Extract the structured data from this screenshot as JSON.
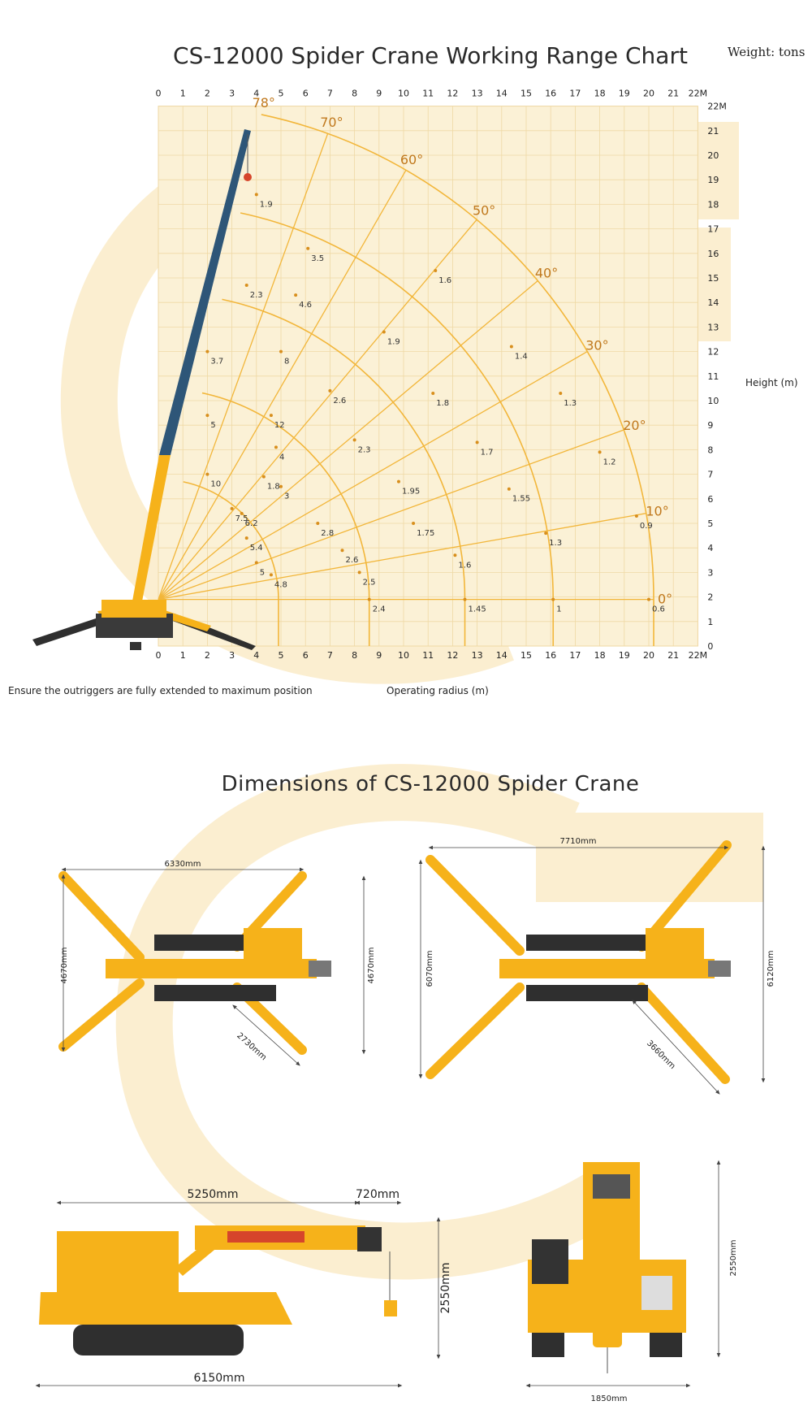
{
  "header": {
    "title": "CS-12000 Spider Crane Working Range Chart",
    "weight_unit": "Weight: tons"
  },
  "colors": {
    "grid_bg": "#fbf1d6",
    "grid_line": "#efd9a5",
    "arc": "#f2b63a",
    "angle_text": "#c0781c",
    "boom_blue": "#2e5678",
    "crane_yellow": "#f6b21a",
    "watermark": "#fbeed0"
  },
  "chart_data": {
    "type": "scatter",
    "x_unit": "M",
    "y_unit": "M",
    "xlabel": "Operating radius (m)",
    "ylabel": "Height (m)",
    "xlim": [
      0,
      22
    ],
    "ylim": [
      0,
      22
    ],
    "x_ticks": [
      "0",
      "1",
      "2",
      "3",
      "4",
      "5",
      "6",
      "7",
      "8",
      "9",
      "10",
      "11",
      "12",
      "13",
      "14",
      "15",
      "16",
      "17",
      "18",
      "19",
      "20",
      "21",
      "22M"
    ],
    "y_ticks": [
      "0",
      "1",
      "2",
      "3",
      "4",
      "5",
      "6",
      "7",
      "8",
      "9",
      "10",
      "11",
      "12",
      "13",
      "14",
      "15",
      "16",
      "17",
      "18",
      "19",
      "20",
      "21",
      "22M"
    ],
    "pivot": [
      0,
      1.9
    ],
    "boom_lengths": [
      4.9,
      8.6,
      12.5,
      16.1,
      20.2
    ],
    "boom_angles": [
      {
        "deg": 78,
        "label": "78°"
      },
      {
        "deg": 70,
        "label": "70°"
      },
      {
        "deg": 60,
        "label": "60°"
      },
      {
        "deg": 50,
        "label": "50°"
      },
      {
        "deg": 40,
        "label": "40°"
      },
      {
        "deg": 30,
        "label": "30°"
      },
      {
        "deg": 20,
        "label": "20°"
      },
      {
        "deg": 10,
        "label": "10°"
      },
      {
        "deg": 0,
        "label": "0°"
      }
    ],
    "loads": [
      {
        "x": 4.0,
        "y": 18.4,
        "label": "1.9"
      },
      {
        "x": 6.1,
        "y": 16.2,
        "label": "3.5"
      },
      {
        "x": 5.6,
        "y": 14.3,
        "label": "4.6"
      },
      {
        "x": 5.0,
        "y": 12.0,
        "label": "8"
      },
      {
        "x": 4.6,
        "y": 9.4,
        "label": "12"
      },
      {
        "x": 4.3,
        "y": 6.9,
        "label": "1.8"
      },
      {
        "x": 3.6,
        "y": 14.7,
        "label": "2.3"
      },
      {
        "x": 2.0,
        "y": 12.0,
        "label": "3.7"
      },
      {
        "x": 2.0,
        "y": 9.4,
        "label": "5"
      },
      {
        "x": 2.0,
        "y": 7.0,
        "label": "10"
      },
      {
        "x": 3.0,
        "y": 5.6,
        "label": "7.5"
      },
      {
        "x": 11.3,
        "y": 15.3,
        "label": "1.6"
      },
      {
        "x": 9.2,
        "y": 12.8,
        "label": "1.9"
      },
      {
        "x": 7.0,
        "y": 10.4,
        "label": "2.6"
      },
      {
        "x": 4.8,
        "y": 8.1,
        "label": "4"
      },
      {
        "x": 3.4,
        "y": 5.4,
        "label": "6.2"
      },
      {
        "x": 14.4,
        "y": 12.2,
        "label": "1.4"
      },
      {
        "x": 11.2,
        "y": 10.3,
        "label": "1.8"
      },
      {
        "x": 8.0,
        "y": 8.4,
        "label": "2.3"
      },
      {
        "x": 5.0,
        "y": 6.5,
        "label": "3"
      },
      {
        "x": 3.6,
        "y": 4.4,
        "label": "5.4"
      },
      {
        "x": 16.4,
        "y": 10.3,
        "label": "1.3"
      },
      {
        "x": 13.0,
        "y": 8.3,
        "label": "1.7"
      },
      {
        "x": 9.8,
        "y": 6.7,
        "label": "1.95"
      },
      {
        "x": 6.5,
        "y": 5.0,
        "label": "2.8"
      },
      {
        "x": 4.0,
        "y": 3.4,
        "label": "5"
      },
      {
        "x": 18.0,
        "y": 7.9,
        "label": "1.2"
      },
      {
        "x": 14.3,
        "y": 6.4,
        "label": "1.55"
      },
      {
        "x": 10.4,
        "y": 5.0,
        "label": "1.75"
      },
      {
        "x": 7.5,
        "y": 3.9,
        "label": "2.6"
      },
      {
        "x": 4.6,
        "y": 2.9,
        "label": "4.8"
      },
      {
        "x": 19.5,
        "y": 5.3,
        "label": "0.9"
      },
      {
        "x": 15.8,
        "y": 4.6,
        "label": "1.3"
      },
      {
        "x": 12.1,
        "y": 3.7,
        "label": "1.6"
      },
      {
        "x": 8.2,
        "y": 3.0,
        "label": "2.5"
      },
      {
        "x": 8.6,
        "y": 1.9,
        "label": "2.4"
      },
      {
        "x": 12.5,
        "y": 1.9,
        "label": "1.45"
      },
      {
        "x": 16.1,
        "y": 1.9,
        "label": "1"
      },
      {
        "x": 20.0,
        "y": 1.9,
        "label": "0.6"
      }
    ]
  },
  "notes": {
    "outriggers": "Ensure the outriggers are fully extended to maximum position"
  },
  "dimensions": {
    "title": "Dimensions of CS-12000 Spider Crane",
    "top_left": {
      "width": "6330mm",
      "height_left": "4670mm",
      "height_right": "4670mm",
      "diagonal": "2730mm"
    },
    "top_right": {
      "width": "7710mm",
      "height_left": "6070mm",
      "height_right": "6120mm",
      "diagonal": "3660mm"
    },
    "side": {
      "body": "5250mm",
      "boom_tip": "720mm",
      "height": "2550mm",
      "total": "6150mm"
    },
    "rear": {
      "height": "2550mm",
      "width": "1850mm"
    }
  }
}
